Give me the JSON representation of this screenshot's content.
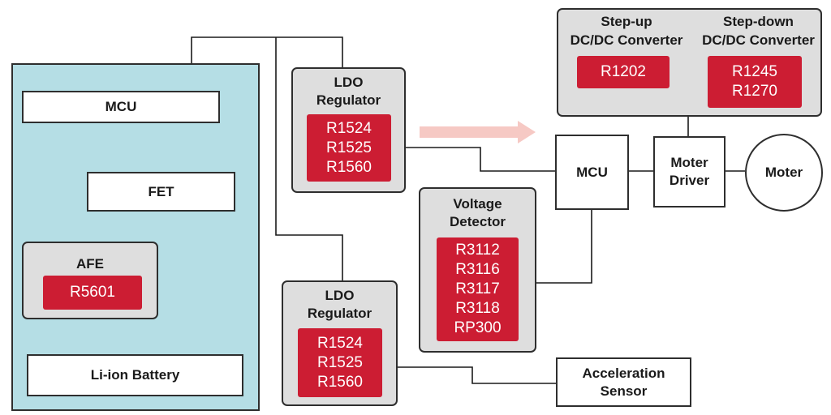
{
  "colors": {
    "battery_pack_fill": "#b5dee5",
    "ic_block_fill": "#dedede",
    "part_number_fill": "#cc1d33",
    "part_number_text": "#ffffff",
    "flow_arrow": "#f6c9c4",
    "wire": "#1a1a1a"
  },
  "battery_pack": {
    "mcu": "MCU",
    "fet": "FET",
    "afe": {
      "title": "AFE",
      "parts": [
        "R5601"
      ]
    },
    "battery": "Li-ion Battery"
  },
  "ldo_top": {
    "title": [
      "LDO",
      "Regulator"
    ],
    "parts": [
      "R1524",
      "R1525",
      "R1560"
    ]
  },
  "ldo_bottom": {
    "title": [
      "LDO",
      "Regulator"
    ],
    "parts": [
      "R1524",
      "R1525",
      "R1560"
    ]
  },
  "voltage_detector": {
    "title": [
      "Voltage",
      "Detector"
    ],
    "parts": [
      "R3112",
      "R3116",
      "R3117",
      "R3118",
      "RP300"
    ]
  },
  "converters": {
    "step_up": {
      "title": [
        "Step-up",
        "DC/DC Converter"
      ],
      "parts": [
        "R1202"
      ]
    },
    "step_down": {
      "title": [
        "Step-down",
        "DC/DC Converter"
      ],
      "parts": [
        "R1245",
        "R1270"
      ]
    }
  },
  "system": {
    "mcu": "MCU",
    "motor_driver": [
      "Moter",
      "Driver"
    ],
    "motor": "Moter",
    "acceleration_sensor": [
      "Acceleration",
      "Sensor"
    ]
  },
  "flow_arrow_icon": "right-arrow-icon"
}
